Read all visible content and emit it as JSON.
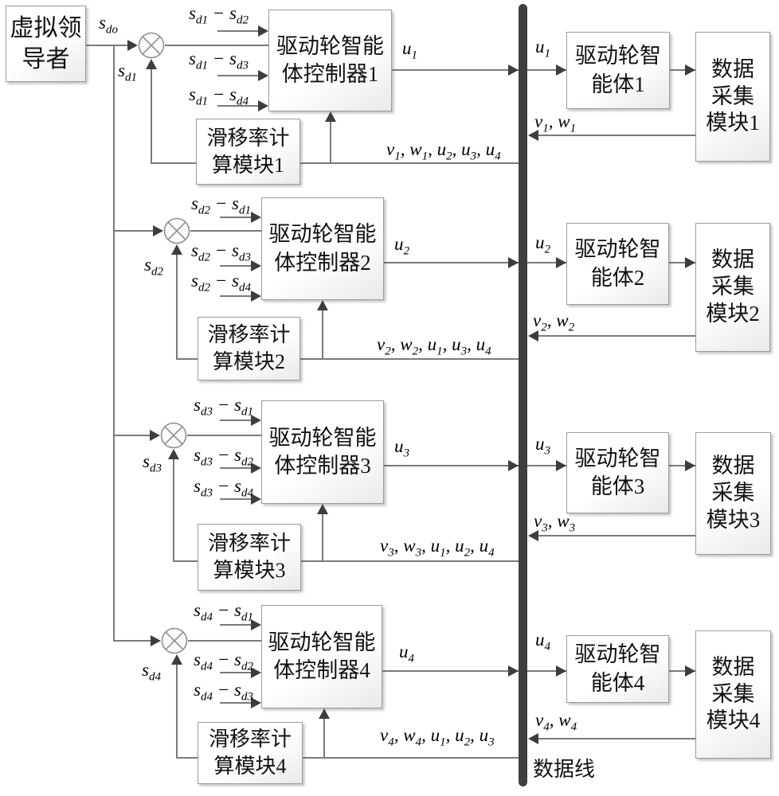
{
  "colors": {
    "line": "#7a7a7a",
    "arrow": "#3d3d3d",
    "bus": "#3f3f3f",
    "box_border": "#9c9c9c"
  },
  "leader": {
    "label": "虚拟领\n导者"
  },
  "bus": {
    "label": "数据线"
  },
  "signals": {
    "leader_out": "s_{do}"
  },
  "rows": [
    {
      "sum_feedback": "s_{d1}",
      "diffs": [
        "s_{d1} − s_{d2}",
        "s_{d1} − s_{d3}",
        "s_{d1} − s_{d4}"
      ],
      "controller": "驱动轮智能\n体控制器1",
      "slip": "滑移率计\n算模块1",
      "u": "u_{1}",
      "agent": "驱动轮智\n能体1",
      "collector": "数据\n采集\n模块1",
      "vw": "v_{1}, w_{1}",
      "feedback": "v_{1}, w_{1}, u_{2}, u_{3}, u_{4}"
    },
    {
      "sum_feedback": "s_{d2}",
      "diffs": [
        "s_{d2} − s_{d1}",
        "s_{d2} − s_{d3}",
        "s_{d2} − s_{d4}"
      ],
      "controller": "驱动轮智能\n体控制器2",
      "slip": "滑移率计\n算模块2",
      "u": "u_{2}",
      "agent": "驱动轮智\n能体2",
      "collector": "数据\n采集\n模块2",
      "vw": "v_{2}, w_{2}",
      "feedback": "v_{2}, w_{2}, u_{1}, u_{3}, u_{4}"
    },
    {
      "sum_feedback": "s_{d3}",
      "diffs": [
        "s_{d3} − s_{d1}",
        "s_{d3} − s_{d2}",
        "s_{d3} − s_{d4}"
      ],
      "controller": "驱动轮智能\n体控制器3",
      "slip": "滑移率计\n算模块3",
      "u": "u_{3}",
      "agent": "驱动轮智\n能体3",
      "collector": "数据\n采集\n模块3",
      "vw": "v_{3}, w_{3}",
      "feedback": "v_{3}, w_{3}, u_{1}, u_{2}, u_{4}"
    },
    {
      "sum_feedback": "s_{d4}",
      "diffs": [
        "s_{d4} − s_{d1}",
        "s_{d4} − s_{d2}",
        "s_{d4} − s_{d3}"
      ],
      "controller": "驱动轮智能\n体控制器4",
      "slip": "滑移率计\n算模块4",
      "u": "u_{4}",
      "agent": "驱动轮智\n能体4",
      "collector": "数据\n采集\n模块4",
      "vw": "v_{4}, w_{4}",
      "feedback": "v_{4}, w_{4}, u_{1}, u_{2}, u_{3}"
    }
  ]
}
